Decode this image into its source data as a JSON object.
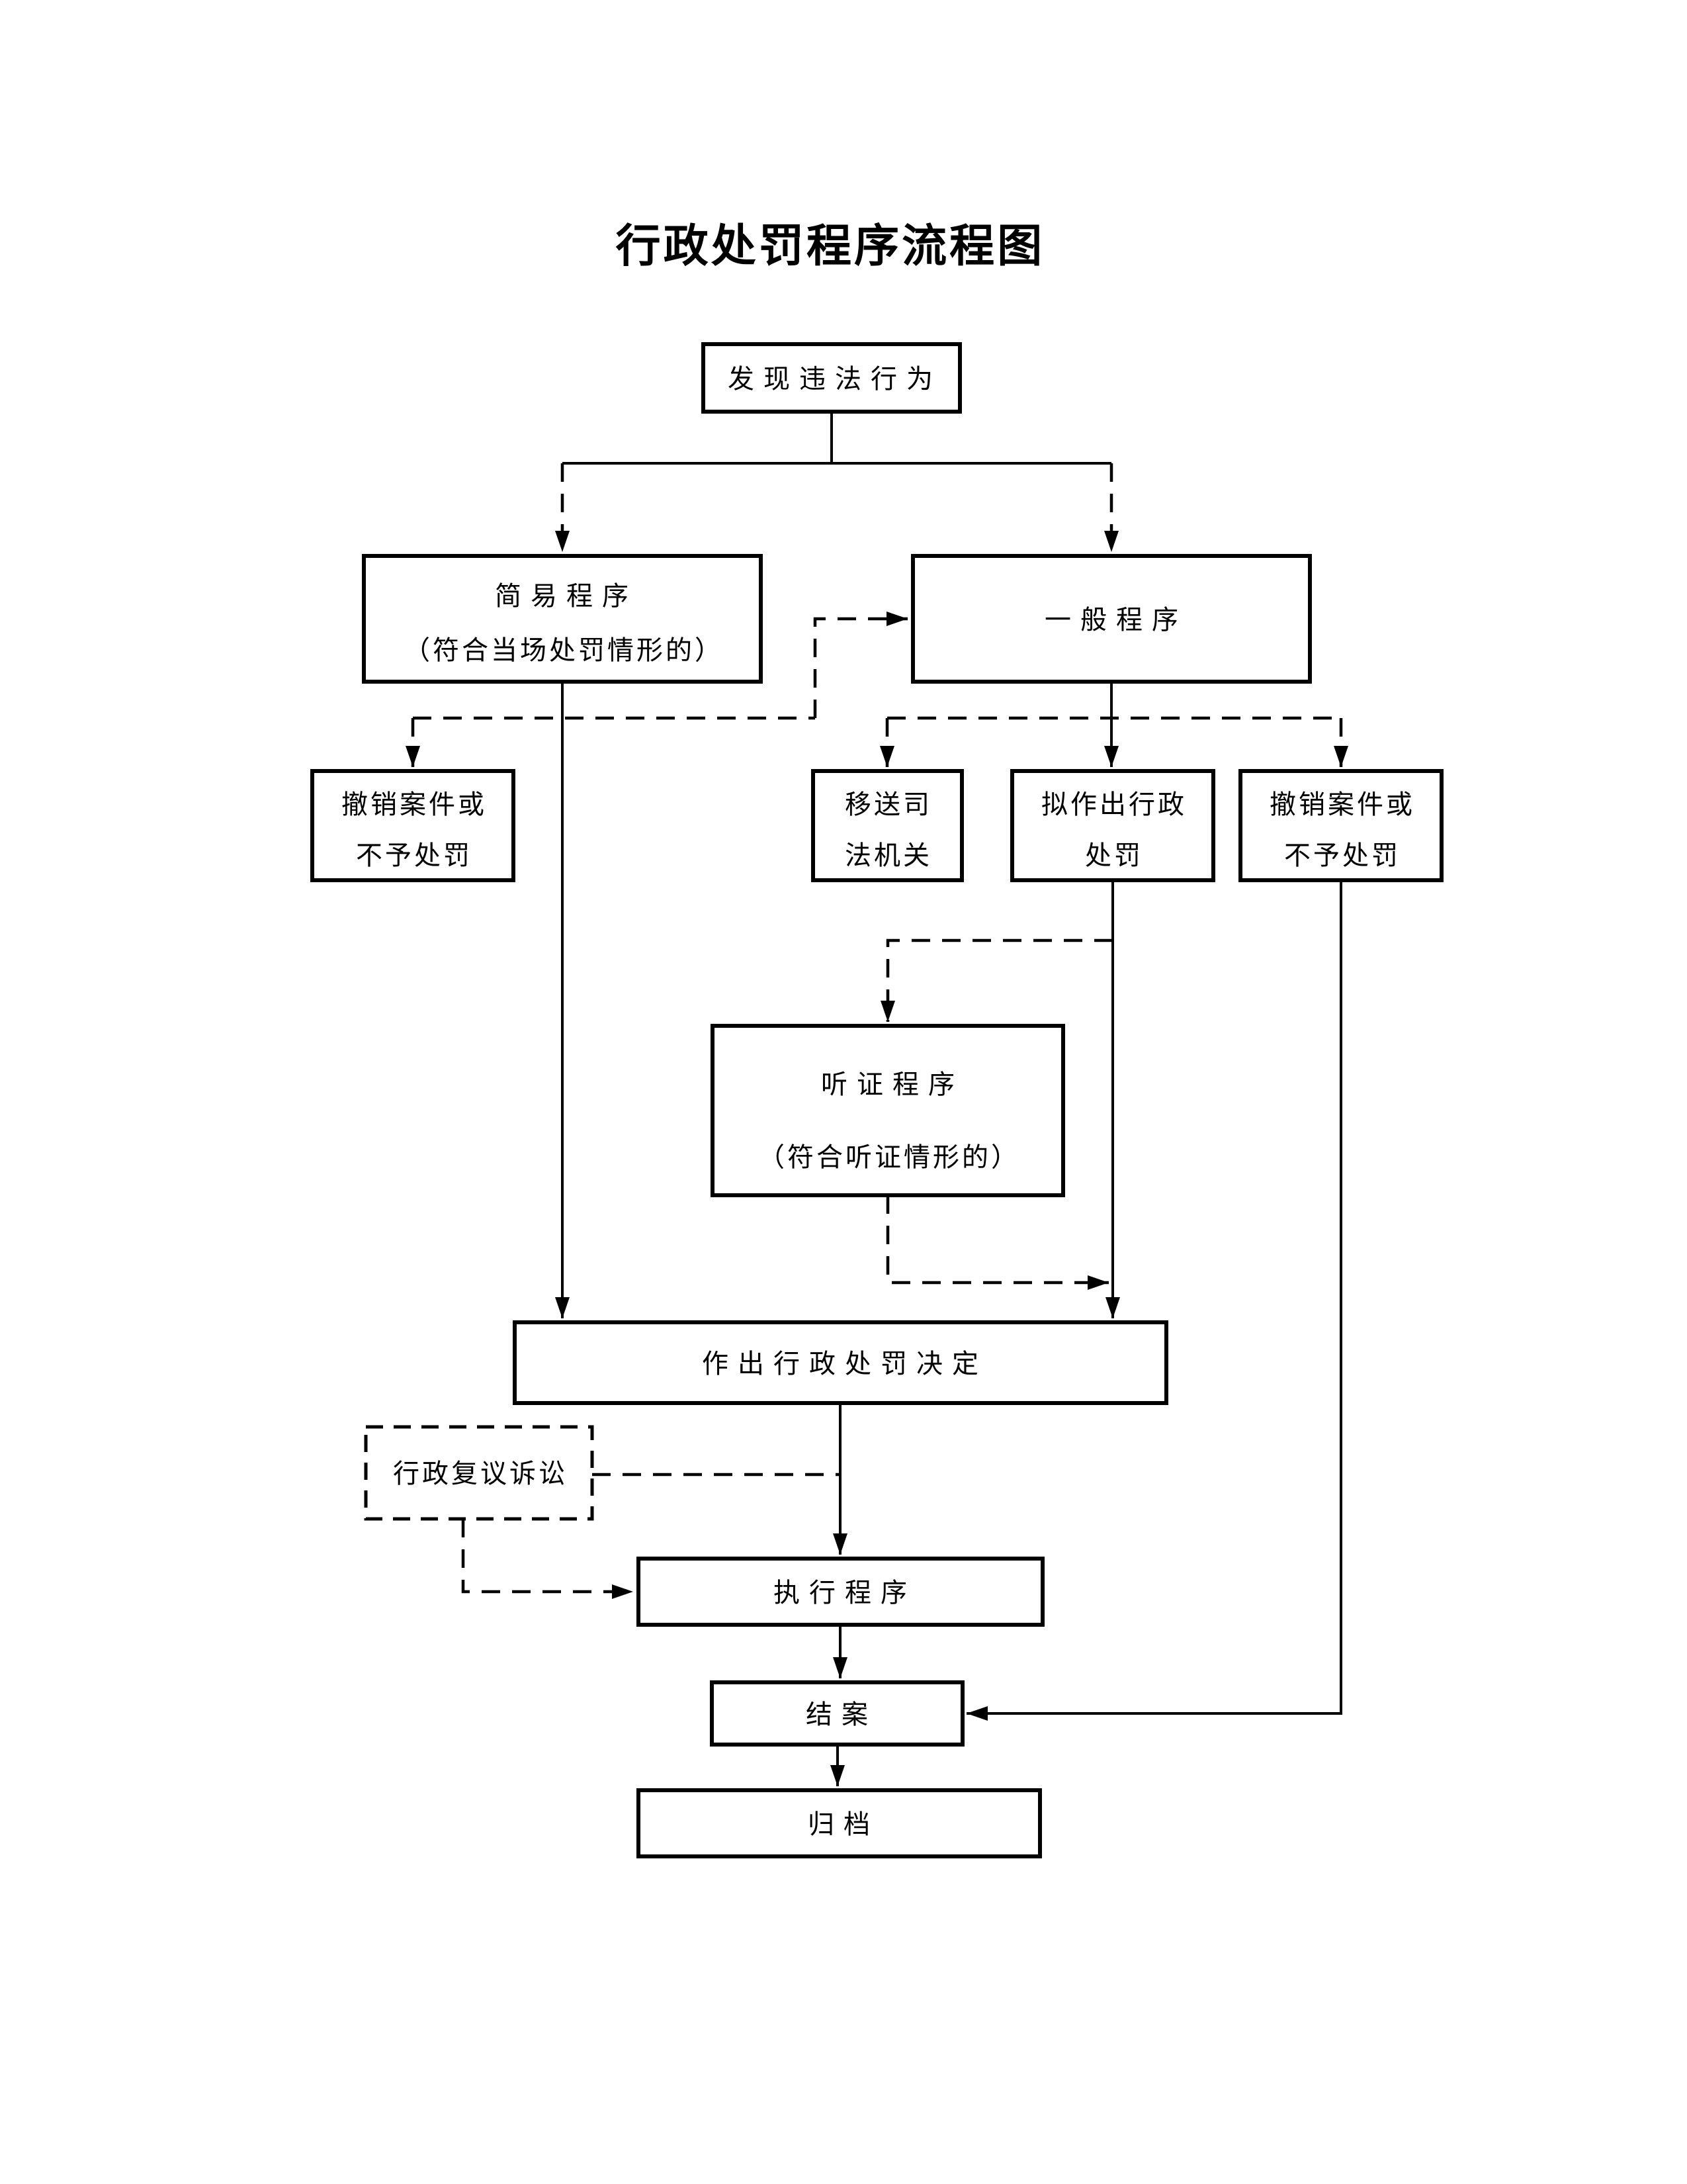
{
  "title": "行政处罚程序流程图",
  "nodes": {
    "discover": {
      "label": "发现违法行为"
    },
    "simple": {
      "line1": "简易程序",
      "line2": "（符合当场处罚情形的）"
    },
    "general": {
      "label": "一般程序"
    },
    "withdraw_left": {
      "line1": "撤销案件或",
      "line2": "不予处罚"
    },
    "transfer": {
      "line1": "移送司",
      "line2": "法机关"
    },
    "proposed": {
      "line1": "拟作出行政",
      "line2": "处罚"
    },
    "withdraw_right": {
      "line1": "撤销案件或",
      "line2": "不予处罚"
    },
    "hearing": {
      "line1": "听证程序",
      "line2": "（符合听证情形的）"
    },
    "decision": {
      "label": "作出行政处罚决定"
    },
    "review": {
      "label": "行政复议诉讼"
    },
    "execute": {
      "label": "执行程序"
    },
    "close": {
      "label": "结案"
    },
    "archive": {
      "label": "归档"
    }
  },
  "colors": {
    "line": "#000000",
    "background": "#ffffff"
  }
}
